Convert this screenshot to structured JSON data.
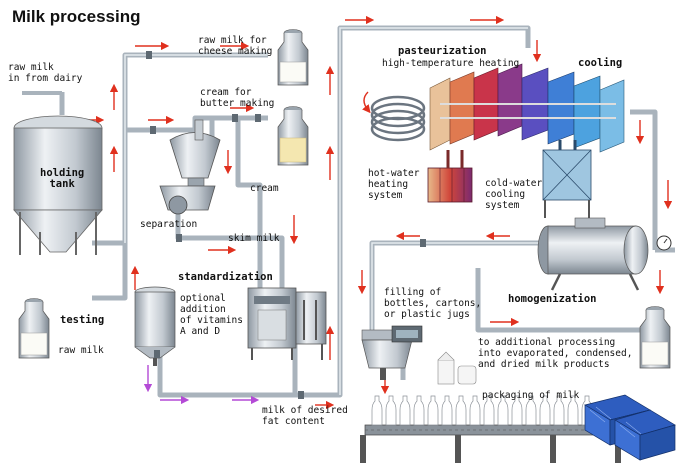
{
  "title": "Milk processing",
  "labels": {
    "raw_milk_in": "raw milk\nin from dairy",
    "holding_tank": "holding\ntank",
    "raw_milk_cheese": "raw milk for\ncheese making",
    "cream_butter": "cream for\nbutter making",
    "cream": "cream",
    "separation": "separation",
    "skim_milk": "skim milk",
    "standardization": "standardization",
    "optional_vitamins": "optional\naddition\nof vitamins\nA and D",
    "testing": "testing",
    "raw_milk": "raw milk",
    "milk_desired_fat": "milk of desired\nfat content",
    "pasteurization": "pasteurization",
    "high_temp_heating": "high-temperature heating",
    "cooling": "cooling",
    "hot_water_heating": "hot-water\nheating\nsystem",
    "cold_water_cooling": "cold-water\ncooling\nsystem",
    "filling": "filling of\nbottles, cartons,\nor plastic jugs",
    "homogenization": "homogenization",
    "additional_processing": "to additional processing\ninto evaporated, condensed,\nand dried milk products",
    "packaging": "packaging of milk"
  },
  "colors": {
    "pipe": "#b9c3cc",
    "flow_arrow": "#e0301e",
    "vitamin_arrow": "#b44ad6",
    "steel": "#c7cdd3",
    "cream_fill": "#f4e7b0",
    "milk_fill": "#fbfbf6"
  }
}
